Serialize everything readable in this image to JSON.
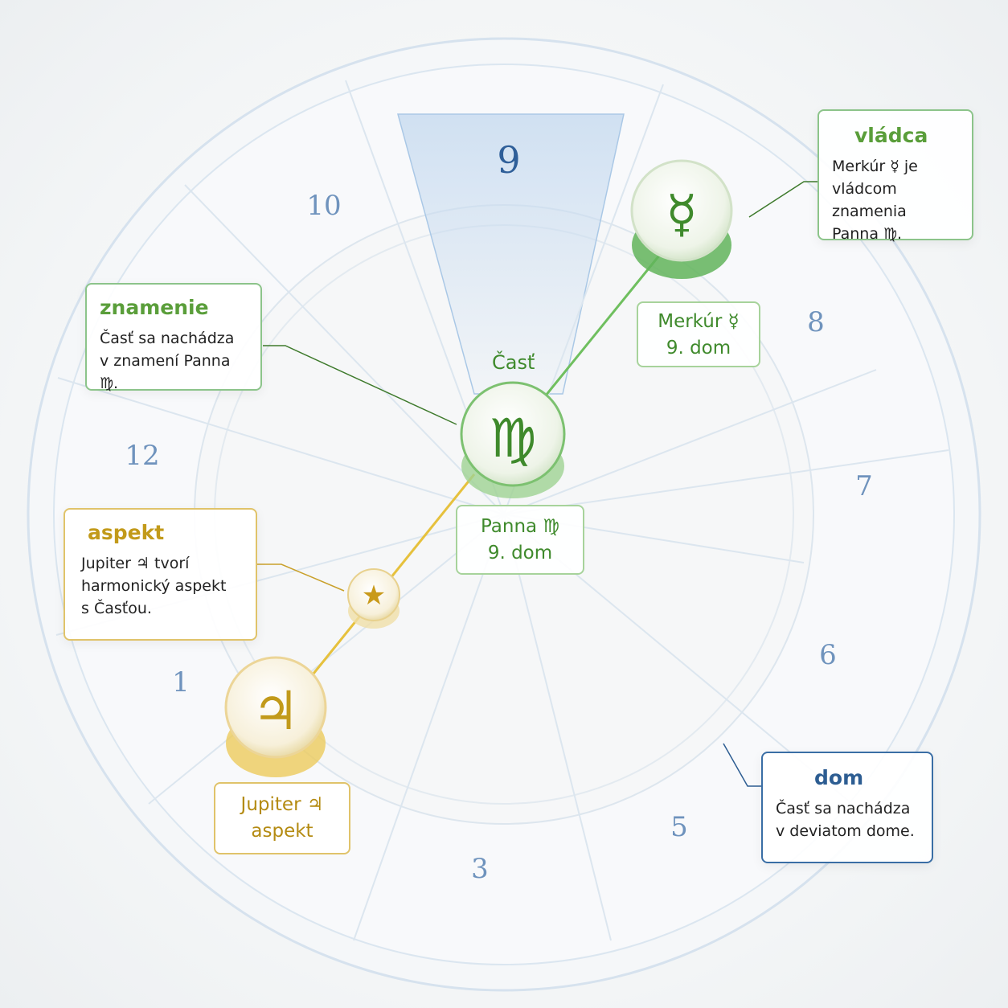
{
  "houses": [
    "1",
    "12",
    "10",
    "9",
    "8",
    "7",
    "6",
    "5",
    "3"
  ],
  "center_label": "Časť",
  "symbols": {
    "virgo": "♍",
    "mercury": "☿",
    "jupiter": "♃",
    "star": "★"
  },
  "callouts": {
    "vladca": {
      "title": "vládca",
      "text": [
        "Merkúr ☿ je",
        "vládcom znamenia",
        "Panna ♍."
      ]
    },
    "znamenie": {
      "title": "znamenie",
      "text": [
        "Časť sa nachádza",
        "v znamení Panna ♍."
      ]
    },
    "aspekt": {
      "title": "aspekt",
      "text": [
        "Jupiter ♃ tvorí",
        "harmonický aspekt",
        "s Časťou."
      ]
    },
    "dom": {
      "title": "dom",
      "text": [
        "Časť sa nachádza",
        "v deviatom dome."
      ]
    }
  },
  "tags": {
    "mercury": [
      "Merkúr ☿",
      "9. dom"
    ],
    "cast": [
      "Panna ♍",
      "9. dom"
    ],
    "jupiter": [
      "Jupiter ♃",
      "aspekt"
    ]
  },
  "colors": {
    "green": "#5a9e3a",
    "gold": "#c29a1a",
    "blue": "#2d5d92",
    "house_number": "#6f93bd",
    "highlight_house": "#2f5f99"
  }
}
